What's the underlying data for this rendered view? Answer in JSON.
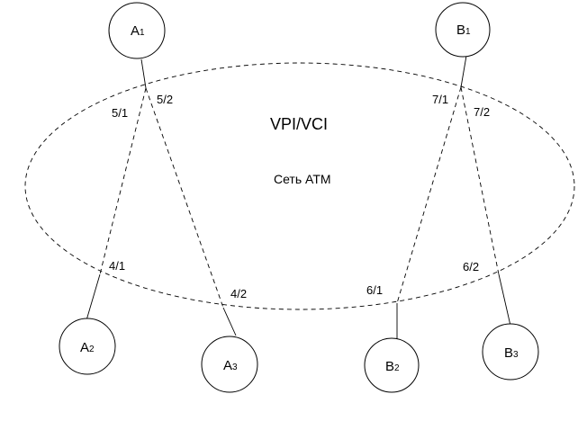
{
  "network": {
    "title": "VPI/VCI",
    "subtitle": "Сеть ATM"
  },
  "nodes": [
    {
      "id": "a1",
      "letter": "A",
      "index": "1"
    },
    {
      "id": "b1",
      "letter": "B",
      "index": "1"
    },
    {
      "id": "a2",
      "letter": "A",
      "index": "2"
    },
    {
      "id": "a3",
      "letter": "A",
      "index": "3"
    },
    {
      "id": "b2",
      "letter": "B",
      "index": "2"
    },
    {
      "id": "b3",
      "letter": "B",
      "index": "3"
    }
  ],
  "connection_labels": {
    "a1_to_a2": "5/1",
    "a1_to_a3": "5/2",
    "b1_to_b2": "7/1",
    "b1_to_b3": "7/2",
    "a2_end": "4/1",
    "a3_end": "4/2",
    "b2_end": "6/1",
    "b3_end": "6/2"
  }
}
